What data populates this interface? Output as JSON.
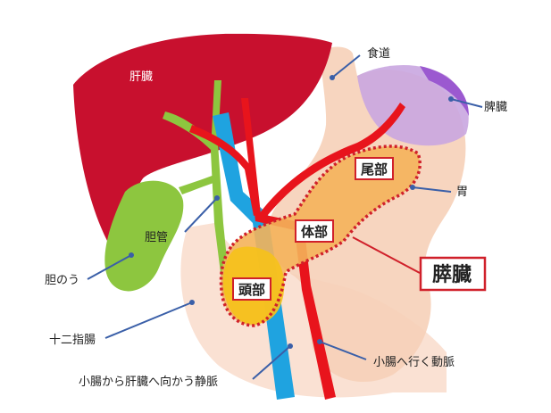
{
  "labels": {
    "liver": "肝臓",
    "esophagus": "食道",
    "spleen": "脾臓",
    "stomach": "胃",
    "bile_duct": "胆管",
    "gallbladder": "胆のう",
    "duodenum": "十二指腸",
    "portal_vein": "小腸から肝臓へ向かう静脈",
    "artery": "小腸へ行く動脈",
    "pancreas_tail": "尾部",
    "pancreas_body": "体部",
    "pancreas_head": "頭部",
    "pancreas": "膵臓"
  },
  "colors": {
    "liver": "#c8102e",
    "gallbladder": "#8dc63f",
    "vein": "#1fa3e0",
    "artery": "#e8141c",
    "stomach": "#f6d0b8",
    "spleen": "#9b59d0",
    "pancreas": "#f4b25a",
    "pancreas_head": "#f6c21a",
    "outline": "#d0202a",
    "leader": "#3a5fa8"
  }
}
